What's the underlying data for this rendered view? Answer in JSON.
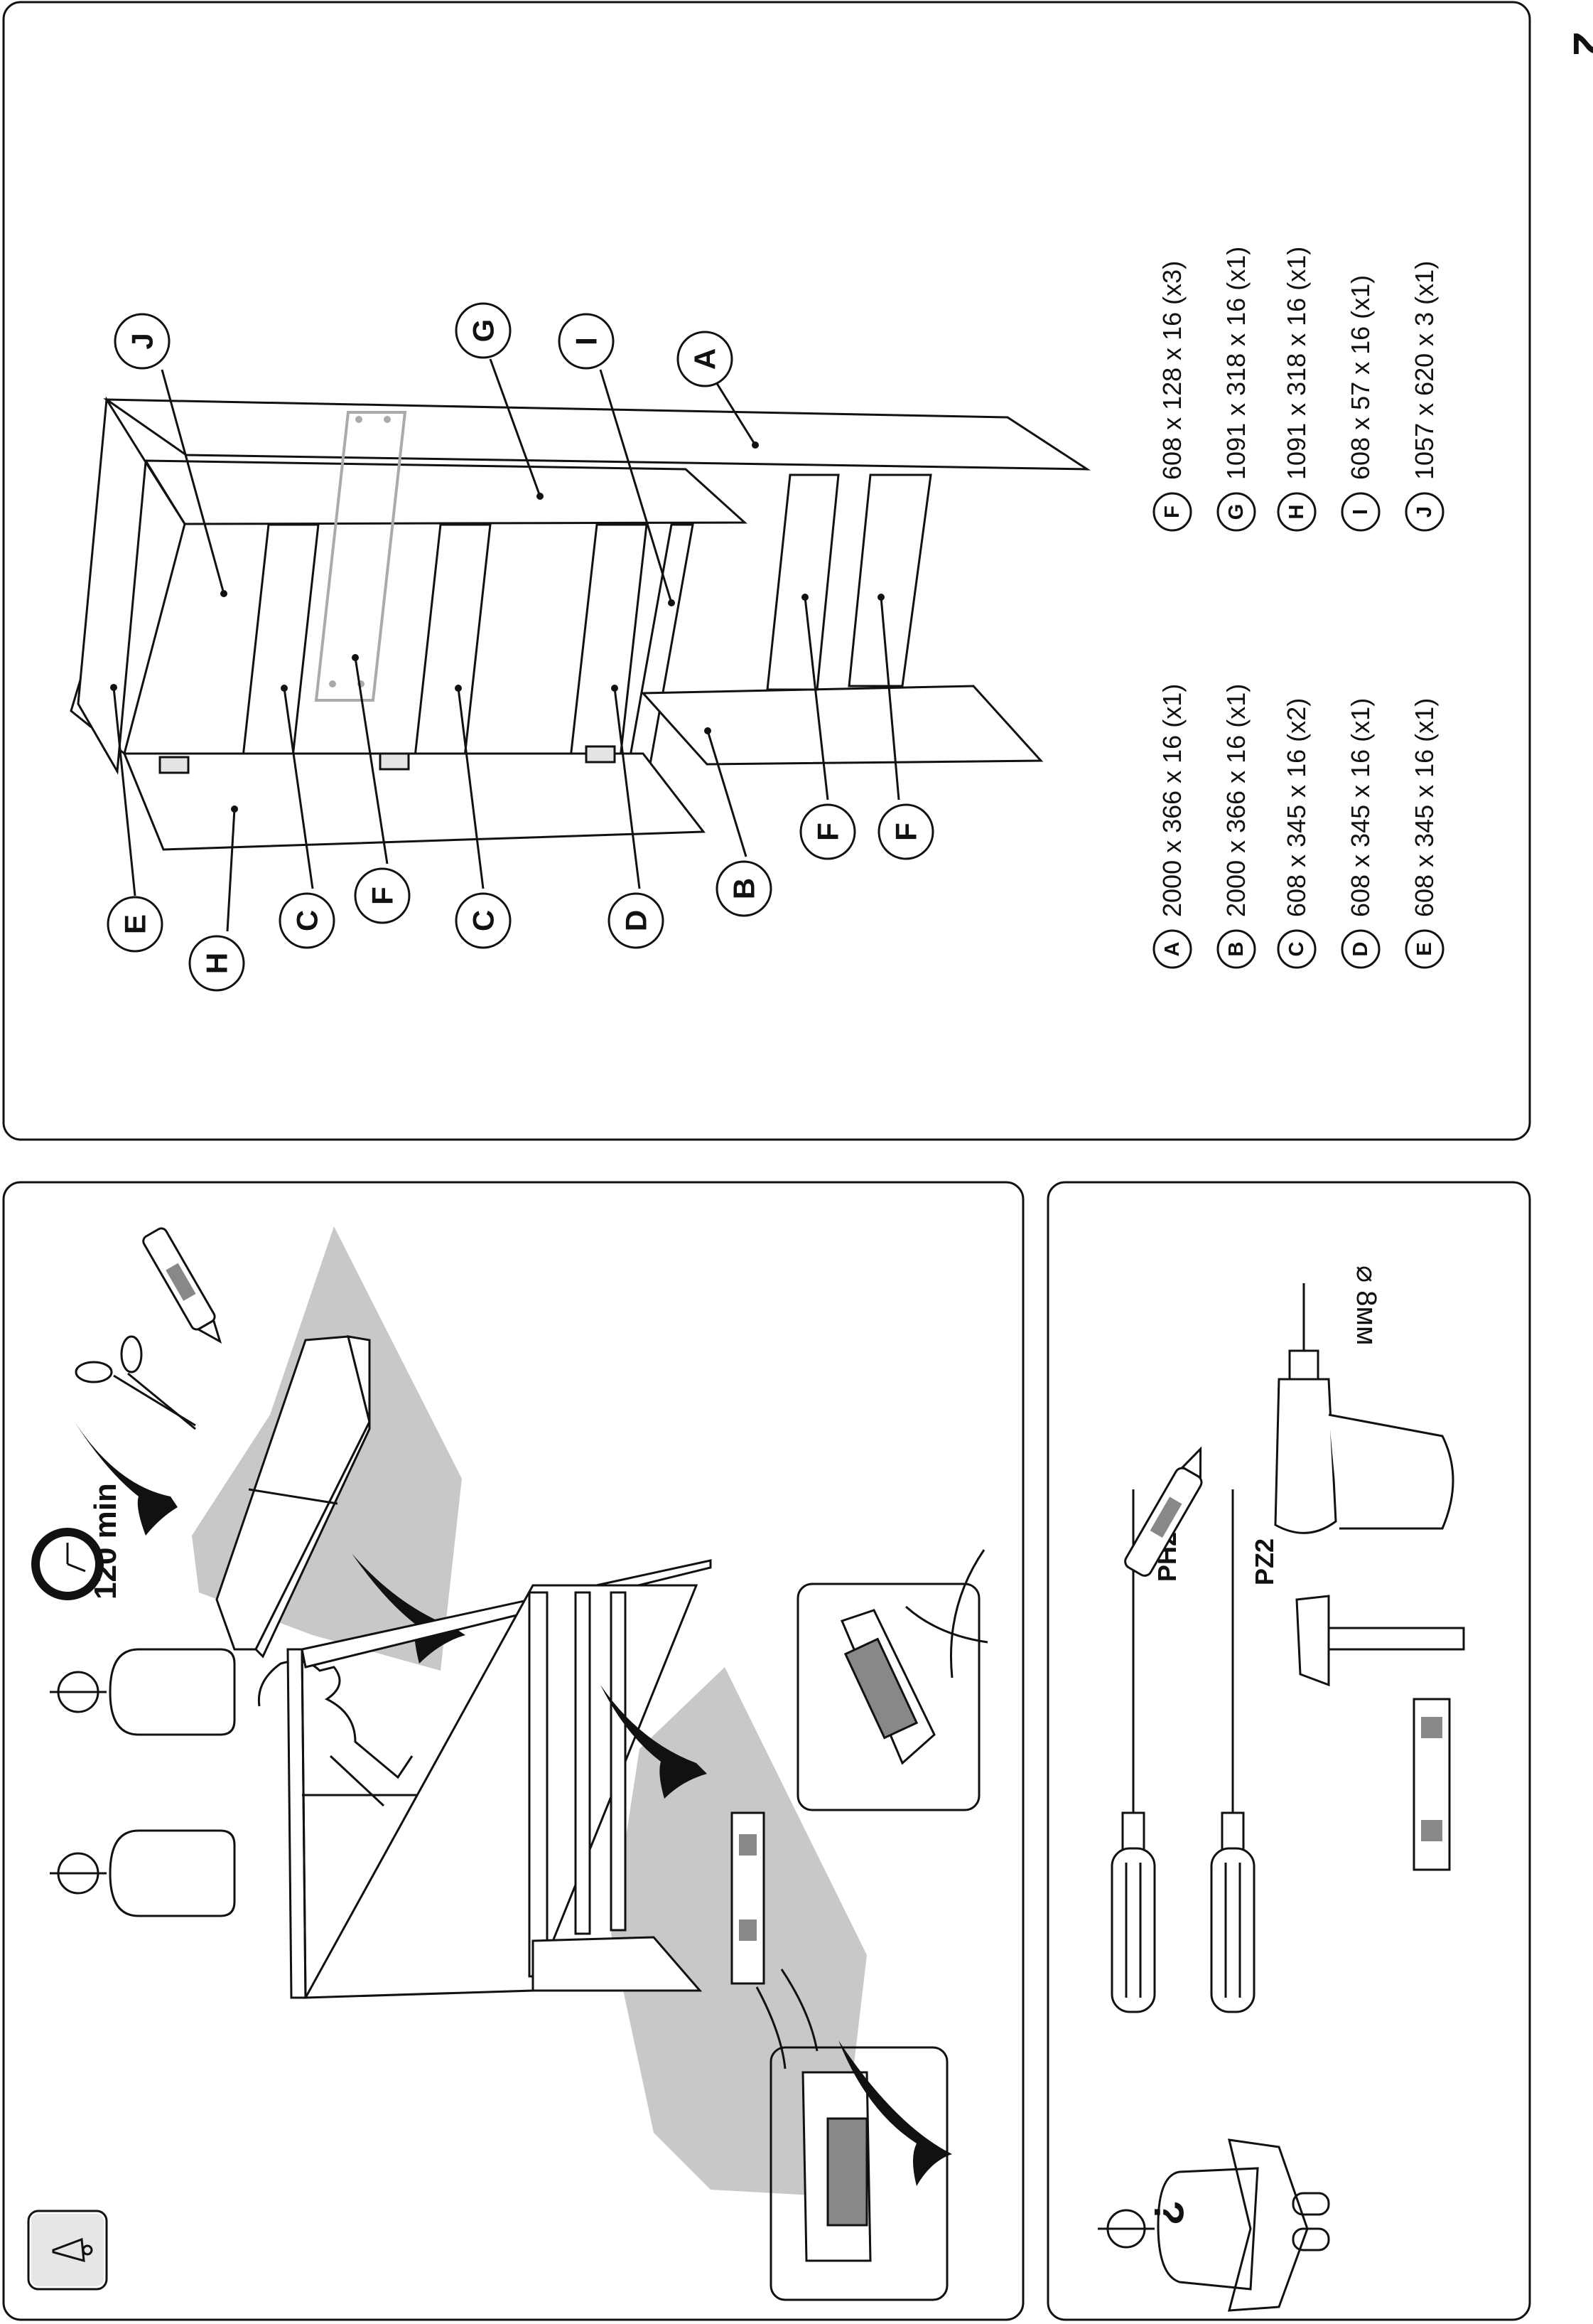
{
  "page_number": "2",
  "time_label": "120 min",
  "tool_labels": {
    "ph2": "PH2",
    "pz2": "PZ2",
    "drill_size": "⌀ 8мм",
    "help_mark": "?"
  },
  "parts": [
    {
      "letter": "A",
      "spec": "2000 x 366 x 16 (x1)"
    },
    {
      "letter": "B",
      "spec": "2000 x 366 x 16 (x1)"
    },
    {
      "letter": "C",
      "spec": "608 x 345 x 16 (x2)"
    },
    {
      "letter": "D",
      "spec": "608 x 345 x 16 (x1)"
    },
    {
      "letter": "E",
      "spec": "608 x 345 x 16 (x1)"
    },
    {
      "letter": "F",
      "spec": "608 x 128 x 16 (x3)"
    },
    {
      "letter": "G",
      "spec": "1091 x 318 x 16 (x1)"
    },
    {
      "letter": "H",
      "spec": "1091 x 318 x 16 (x1)"
    },
    {
      "letter": "I",
      "spec": "608 x 57 x 16 (x1)"
    },
    {
      "letter": "J",
      "spec": "1057 x 620 x 3 (x1)"
    }
  ],
  "diagram_callouts": [
    "J",
    "G",
    "I",
    "A",
    "E",
    "H",
    "C",
    "F",
    "C",
    "D",
    "B",
    "F",
    "F"
  ],
  "icons": {
    "info": "info-icon",
    "persons": "two-person-icon",
    "clock": "clock-icon",
    "cutter": "utility-knife-icon",
    "scissors": "scissors-icon",
    "hand": "hand-icon",
    "level": "spirit-level-icon",
    "check": "check-mark-icon",
    "cross": "cross-mark-icon",
    "screwdriver": "screwdriver-icon",
    "hammer": "hammer-icon",
    "drill": "drill-icon",
    "phone": "phone-help-icon"
  }
}
